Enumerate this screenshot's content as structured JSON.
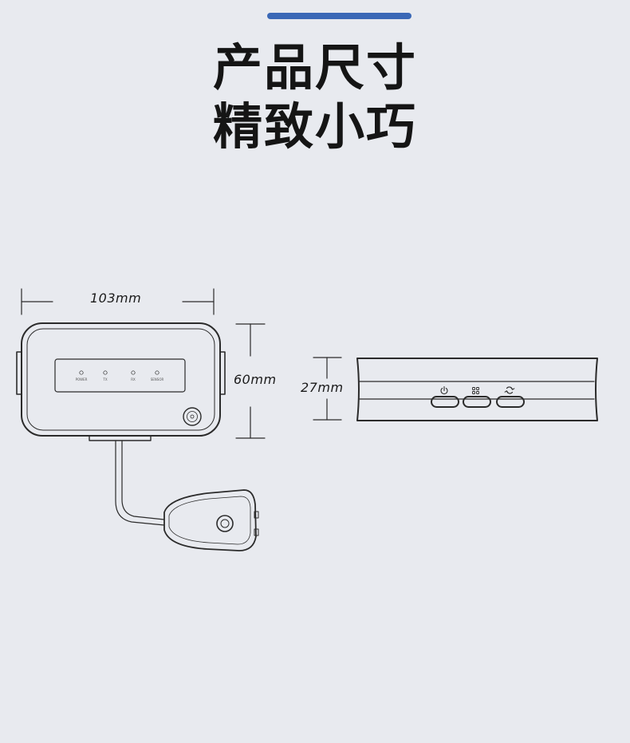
{
  "header": {
    "accent_color": "#3a68b6",
    "title_line1": "产品尺寸",
    "title_line2": "精致小巧"
  },
  "dimensions": {
    "width": "103mm",
    "height": "60mm",
    "depth": "27mm"
  },
  "front_panel": {
    "indicators": [
      "POWER",
      "TX",
      "RX",
      "SENSOR"
    ]
  },
  "side_buttons": {
    "icons": [
      "power-icon",
      "pairing-icon",
      "reset-icon"
    ]
  },
  "line_color": "#2b2b2b"
}
